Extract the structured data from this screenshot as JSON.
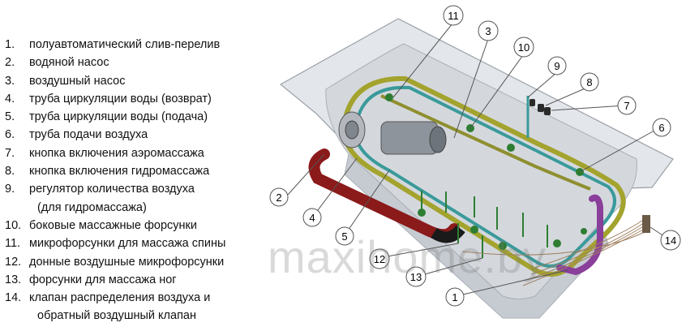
{
  "legend": [
    {
      "num": "1.",
      "text": "полуавтоматический слив-перелив"
    },
    {
      "num": "2.",
      "text": "водяной насос"
    },
    {
      "num": "3.",
      "text": "воздушный насос"
    },
    {
      "num": "4.",
      "text": "труба циркуляции воды (возврат)"
    },
    {
      "num": "5.",
      "text": "труба циркуляции воды (подача)"
    },
    {
      "num": "6.",
      "text": "труба подачи воздуха"
    },
    {
      "num": "7.",
      "text": "кнопка включения аэромассажа"
    },
    {
      "num": "8.",
      "text": "кнопка включения гидромассажа"
    },
    {
      "num": "9.",
      "text": "регулятор количества воздуха"
    },
    {
      "num": "",
      "text": "(для гидромассажа)",
      "continuation": true
    },
    {
      "num": "10.",
      "text": "боковые массажные форсунки"
    },
    {
      "num": "11.",
      "text": "микрофорсунки для массажа спины"
    },
    {
      "num": "12.",
      "text": "донные воздушные микрофорсунки"
    },
    {
      "num": "13.",
      "text": "форсунки для массажа ног"
    },
    {
      "num": "14.",
      "text": "клапан распределения воздуха и"
    },
    {
      "num": "",
      "text": "обратный воздушный клапан",
      "continuation": true
    }
  ],
  "callouts": [
    "1",
    "2",
    "3",
    "4",
    "5",
    "6",
    "7",
    "8",
    "9",
    "10",
    "11",
    "12",
    "13",
    "14"
  ],
  "watermark": "maxihome.by",
  "colors": {
    "tub": "#dfe2e6",
    "tub_edge": "#9aa0a8",
    "supply_pipe": "#a3a32e",
    "return_pipe": "#3a9a9a",
    "air_pipe": "#8f8f30",
    "water_pump_pipe": "#8b1a1a",
    "overflow_pipe": "#8a3f9a",
    "accent": "#2e7d32"
  }
}
